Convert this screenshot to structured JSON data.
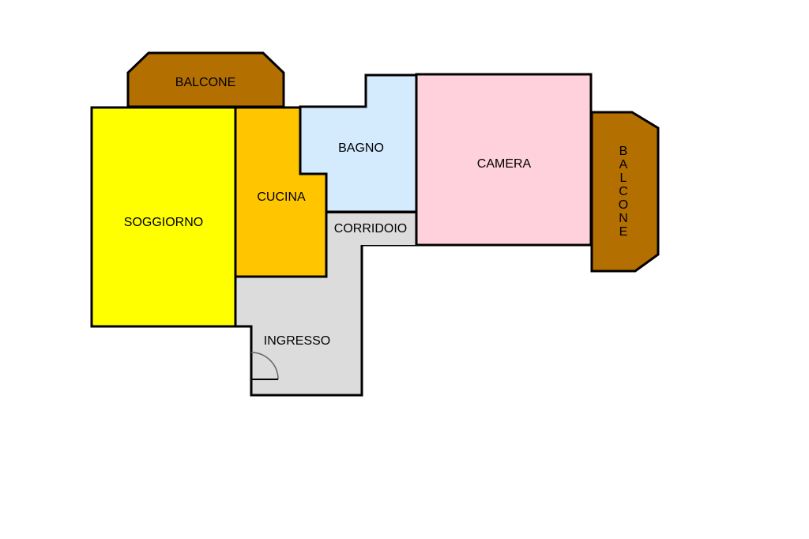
{
  "rooms": {
    "balcone_top": {
      "label": "BALCONE",
      "color": "#B36F00"
    },
    "soggiorno": {
      "label": "SOGGIORNO",
      "color": "#FFFF00"
    },
    "cucina": {
      "label": "CUCINA",
      "color": "#FFC600"
    },
    "bagno": {
      "label": "BAGNO",
      "color": "#D4EAFD"
    },
    "camera": {
      "label": "CAMERA",
      "color": "#FFD1DC"
    },
    "corridoio": {
      "label": "CORRIDOIO",
      "color": "#DCDCDC"
    },
    "ingresso": {
      "label": "INGRESSO",
      "color": "#DCDCDC"
    },
    "balcone_right": {
      "label": "BALCONE",
      "color": "#B36F00",
      "letters": [
        "B",
        "A",
        "L",
        "C",
        "O",
        "N",
        "E"
      ]
    }
  },
  "colors": {
    "wall": "#000000",
    "background": "#FFFFFF"
  }
}
